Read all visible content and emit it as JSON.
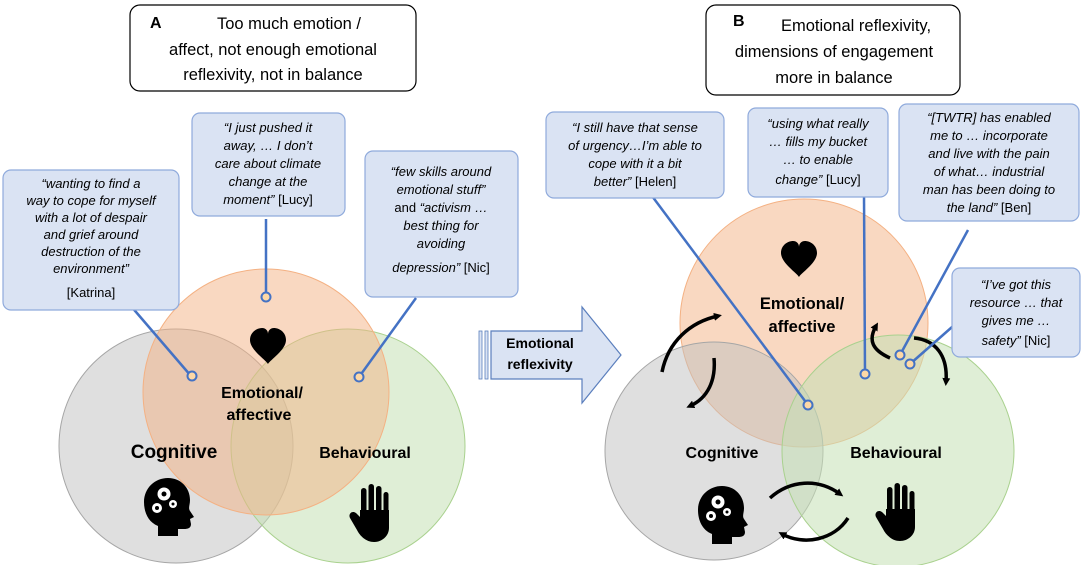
{
  "panel_a": {
    "label": "A",
    "header": [
      "Too much emotion /",
      "affect, not enough emotional",
      "reflexivity, not in balance"
    ],
    "circles": {
      "emotional": [
        "Emotional/",
        "affective"
      ],
      "cognitive": "Cognitive",
      "behavioural": "Behavioural"
    },
    "quotes": {
      "katrina": {
        "lines": [
          "“wanting to find a",
          "way to cope for myself",
          "with a lot of despair",
          "and grief around",
          "destruction of the",
          "environment”"
        ],
        "speaker": "[Katrina]"
      },
      "lucy": {
        "lines": [
          "“I just pushed it",
          "away, … I don’t",
          "care about climate",
          "change at the"
        ],
        "last_italic": "moment”",
        "speaker": " [Lucy]"
      },
      "nic": {
        "line1": "“few skills around",
        "line2": "emotional stuff”",
        "line3_normal": "and ",
        "line3_italic": "“activism …",
        "line4": "best thing for",
        "line5": "avoiding",
        "line6_italic": "depression”",
        "speaker": " [Nic]"
      }
    }
  },
  "arrow": {
    "label": [
      "Emotional",
      "reflexivity"
    ]
  },
  "panel_b": {
    "label": "B",
    "header": [
      "Emotional reflexivity,",
      "dimensions of engagement",
      "more in balance"
    ],
    "circles": {
      "emotional": [
        "Emotional/",
        "affective"
      ],
      "cognitive": "Cognitive",
      "behavioural": "Behavioural"
    },
    "quotes": {
      "helen": {
        "lines": [
          "“I still have that sense",
          "of urgency…I’m able to",
          "cope with it a bit"
        ],
        "last_italic": "better”",
        "speaker": " [Helen]"
      },
      "lucy": {
        "lines": [
          "“using what really",
          "… fills my bucket",
          "… to enable"
        ],
        "last_italic": "change”",
        "speaker": " [Lucy]"
      },
      "ben": {
        "lines": [
          "“[TWTR] has enabled",
          "me to … incorporate",
          "and live with the pain",
          "of what… industrial",
          "man has been doing to"
        ],
        "last_italic": "the land”",
        "speaker": " [Ben]"
      },
      "nic": {
        "lines": [
          "“I’ve got this",
          "resource … that",
          "gives me …"
        ],
        "last_italic": "safety”",
        "speaker": " [Nic]"
      }
    }
  },
  "icons": [
    "heart-icon",
    "head-gears-icon",
    "hand-icon",
    "cycle-arrow-icon",
    "big-arrow-icon"
  ],
  "colors": {
    "emotional_fill": "#f4b183",
    "cognitive_fill": "#bfbfbf",
    "behavioural_fill": "#c5e0b4",
    "callout_fill": "#dae3f3",
    "callout_stroke": "#8faadc",
    "connector": "#4472c4",
    "arrow_fill": "#dae3f3",
    "arrow_stroke": "#5b7fbd"
  }
}
